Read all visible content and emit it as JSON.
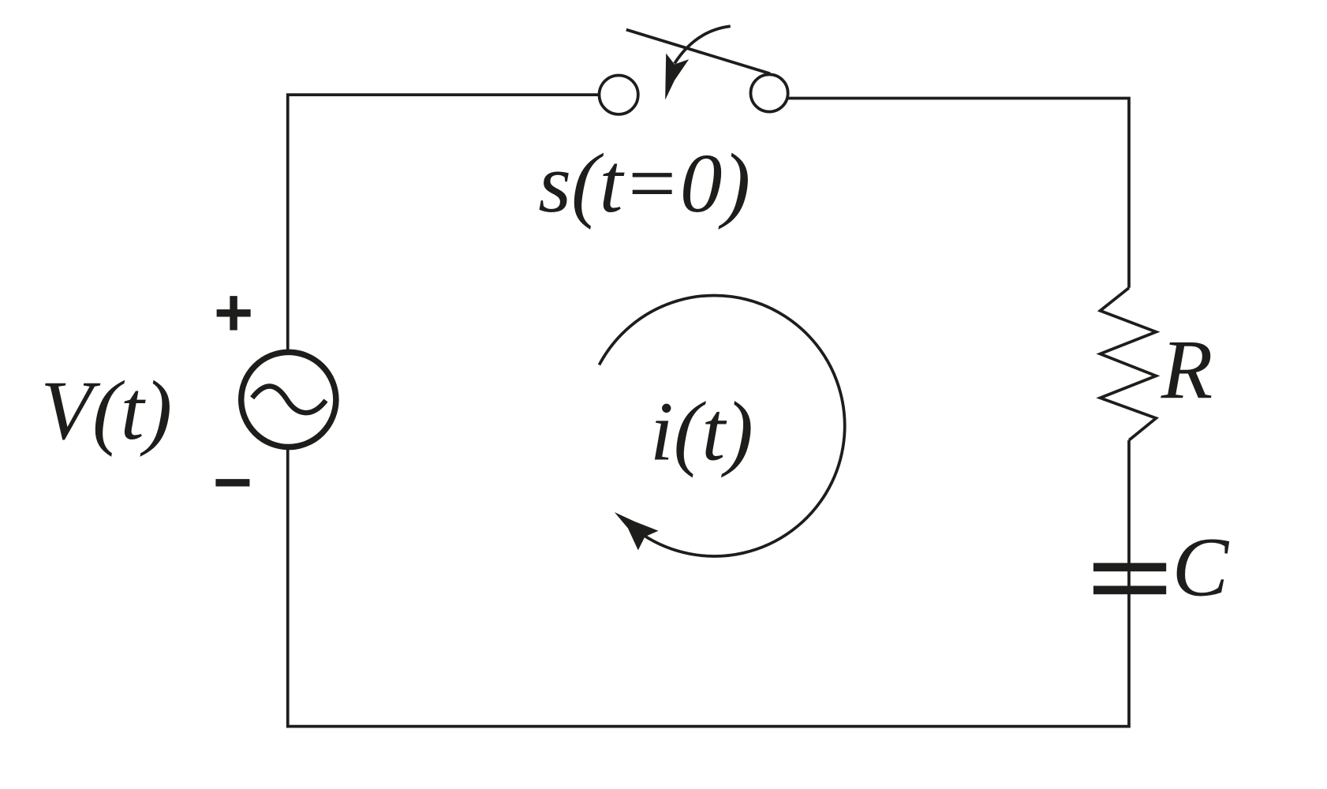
{
  "labels": {
    "source": "V(t)",
    "plus": "+",
    "minus": "−",
    "switch": "s(t=0)",
    "current": "i(t)",
    "resistor": "R",
    "capacitor": "C"
  },
  "colors": {
    "stroke": "#1d1d1b",
    "background": "#ffffff"
  }
}
